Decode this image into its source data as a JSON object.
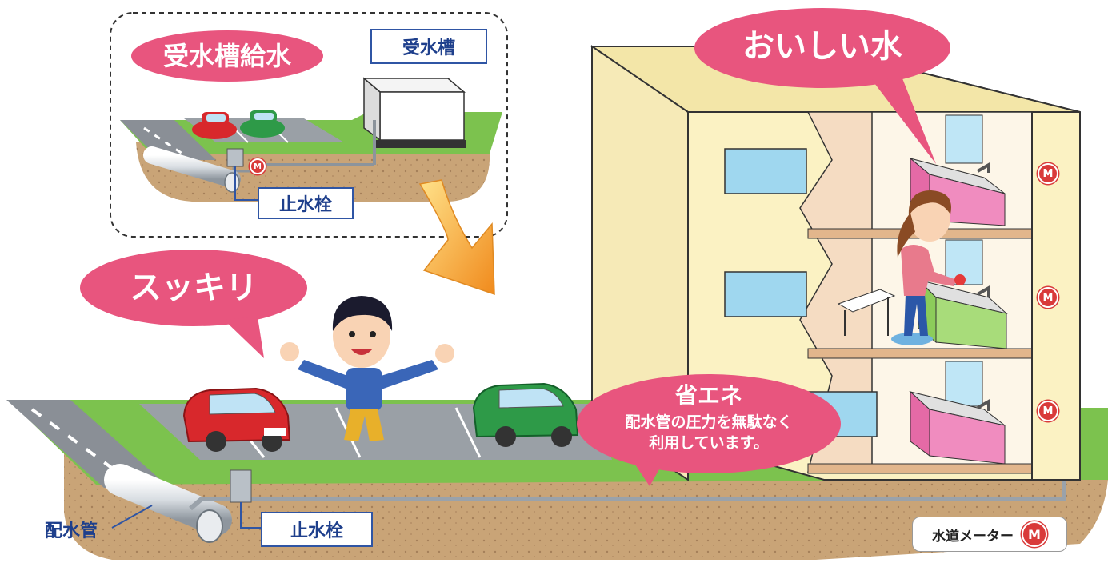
{
  "inset": {
    "title": "受水槽給水",
    "tank_label": "受水槽",
    "valve_label": "止水栓",
    "meter_symbol": "M"
  },
  "main": {
    "bubble_clear": "スッキリ",
    "bubble_tasty": "おいしい水",
    "bubble_eco_title": "省エネ",
    "bubble_eco_line1": "配水管の圧力を無駄なく",
    "bubble_eco_line2": "利用しています。",
    "valve_label": "止水栓",
    "pipe_label": "配水管",
    "meter_symbol": "M"
  },
  "legend": {
    "text": "水道メーター",
    "symbol": "M"
  },
  "colors": {
    "bubble_pink": "#e8557e",
    "label_blue": "#2f55a4",
    "grass": "#7cc24e",
    "soil": "#c9a477",
    "building": "#fbf2c3",
    "arrow_orange": "#f0a030",
    "meter_red": "#d93a3a"
  }
}
